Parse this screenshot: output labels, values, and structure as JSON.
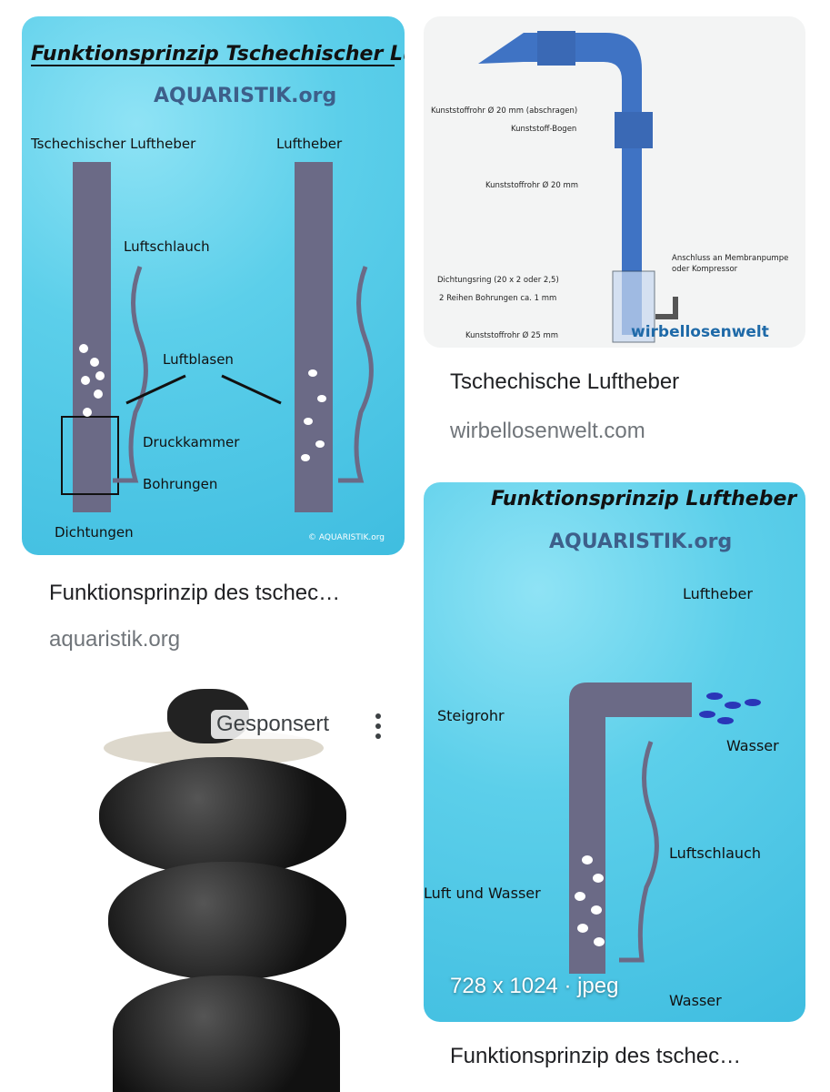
{
  "results": [
    {
      "title": "Funktionsprinzip des tschec…",
      "source": "aquaristik.org",
      "image_labels": {
        "heading": "Funktionsprinzip Tschechischer Luftheber",
        "logo": "AQUARISTIK.org",
        "col1": "Tschechischer Luftheber",
        "col2": "Luftheber",
        "hose": "Luftschlauch",
        "bubbles": "Luftblasen",
        "chamber": "Druckkammer",
        "holes": "Bohrungen",
        "seals": "Dichtungen",
        "copyright": "© AQUARISTIK.org"
      }
    },
    {
      "title": "Tschechische Luftheber",
      "source": "wirbellosenwelt.com",
      "image_labels": {
        "l1": "Kunststoffrohr Ø 20 mm (abschragen)",
        "l2": "Kunststoff-Bogen",
        "l3": "Kunststoffrohr Ø 20 mm",
        "l4": "Anschluss an Membranpumpe",
        "l5": "oder Kompressor",
        "l6": "Dichtungsring (20 x 2 oder 2,5)",
        "l7": "2 Reihen Bohrungen ca. 1 mm",
        "l8": "Kunststoffrohr Ø 25 mm",
        "logo": "wirbellosenwelt"
      }
    },
    {
      "sponsored_label": "Gesponsert"
    },
    {
      "title": "Funktionsprinzip des tschec…",
      "dimensions": "728 x 1024 · jpeg",
      "image_labels": {
        "heading": "Funktionsprinzip Luftheber",
        "logo": "AQUARISTIK.org",
        "l1": "Luftheber",
        "l2": "Steigrohr",
        "l3": "Wasser",
        "l4": "Luftschlauch",
        "l5": "Luft und Wasser",
        "l6": "Wasser"
      }
    }
  ],
  "colors": {
    "water": "#5ccfea",
    "pipe": "#6b6a86",
    "blue_pipe": "#3f73c4"
  }
}
